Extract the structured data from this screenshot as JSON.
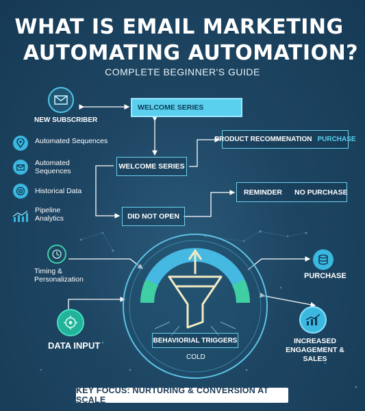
{
  "header": {
    "title_line1": "WHAT IS EMAIL MARKETING",
    "title_line2": "AUTOMATING AUTOMATION?",
    "subtitle": "COMPLETE BEGINNER'S GUIDE"
  },
  "flow": {
    "new_subscriber": "NEW SUBSCRIBER",
    "welcome_series_top": "WELCOME SERIES",
    "welcome_series_mid": "WELCOME SERIES",
    "did_not_open": "DID NOT OPEN",
    "product_recommendation": "PRODUCT RECOMMENATION",
    "purchase_tag": "PURCHASE",
    "reminder": "REMINDER",
    "no_purchase": "NO PURCHASE"
  },
  "sidebar": {
    "items": [
      {
        "label": "Automated Sequences",
        "icon": "location-pin-icon"
      },
      {
        "label": "Automated Sequences",
        "icon": "envelope-icon"
      },
      {
        "label": "Historical Data",
        "icon": "target-icon"
      },
      {
        "label": "Pipeline Analytics",
        "icon": "bar-chart-icon"
      }
    ]
  },
  "hub": {
    "timing": "Timing & Personalization",
    "data_input": "DATA INPUT",
    "purchase": "PURCHASE",
    "engagement": "INCREASED ENGAGEMENT & SALES",
    "behavioral": "BEHAVIORIAL TRIGGERS",
    "cold": "COLD"
  },
  "footer": {
    "key_focus": "KEY FOCUS: NURTURING & CONVERSION AT SCALE"
  },
  "colors": {
    "accent": "#5ad0ee",
    "gauge_green": "#3fcfa3",
    "funnel": "#f3ecc4",
    "background": "#1d4562"
  }
}
